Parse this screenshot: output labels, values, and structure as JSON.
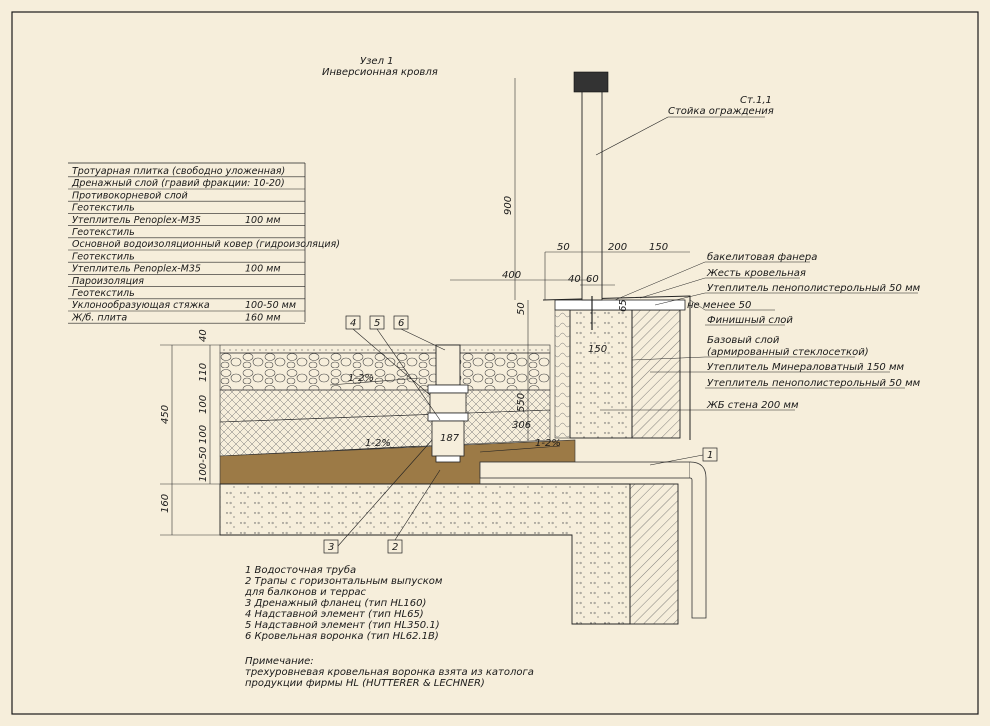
{
  "title": {
    "line1": "Узел 1",
    "line2": "Инверсионная кровля"
  },
  "layers": [
    {
      "name": "Тротуарная плитка (свободно уложенная)",
      "value": ""
    },
    {
      "name": "Дренажный слой (гравий фракции: 10-20)",
      "value": ""
    },
    {
      "name": "Противокорневой слой",
      "value": ""
    },
    {
      "name": "Геотекстиль",
      "value": ""
    },
    {
      "name": "Утеплитель Penoplex-M35",
      "value": "100 мм"
    },
    {
      "name": "Геотекстиль",
      "value": ""
    },
    {
      "name": "Основной водоизоляционный ковер (гидроизоляция)",
      "value": ""
    },
    {
      "name": "Геотекстиль",
      "value": ""
    },
    {
      "name": "Утеплитель Penoplex-M35",
      "value": "100 мм"
    },
    {
      "name": "Пароизоляция",
      "value": ""
    },
    {
      "name": "Геотекстиль",
      "value": ""
    },
    {
      "name": "Уклонообразующая стяжка",
      "value": "100-50 мм"
    },
    {
      "name": "Ж/б. плита",
      "value": "160 мм"
    }
  ],
  "callouts": {
    "post_code": "Ст.1,1",
    "post_name": "Стойка ограждения",
    "right": [
      "бакелитовая фанера",
      "Жесть кровельная",
      "Утеплитель пенополистерольный 50 мм",
      "не менее 50",
      "Финишный слой",
      "Базовый слой",
      "(армированный стеклосеткой)",
      "Утеплитель Минераловатный 150 мм",
      "Утеплитель пенополистерольный 50 мм",
      "ЖБ стена 200 мм"
    ]
  },
  "dimensions": {
    "d900": "900",
    "d400": "400",
    "d50a": "50",
    "d200": "200",
    "d150a": "150",
    "d40a": "40",
    "d60": "60",
    "d65": "65",
    "d50b": "50",
    "d150b": "150",
    "d550": "550",
    "d306": "306",
    "d187": "187",
    "d450": "450",
    "d160": "160",
    "d40b": "40",
    "d110": "110",
    "d100a": "100",
    "d100b": "100",
    "d100_50": "100-50"
  },
  "slopes": [
    "1-2%",
    "1-2%",
    "1-2%"
  ],
  "markers": [
    "1",
    "2",
    "3",
    "4",
    "5",
    "6"
  ],
  "legend": [
    "1 Водосточная труба",
    "2 Трапы с горизонтальным выпуском",
    "   для балконов и террас",
    "3 Дренажный фланец (тип HL160)",
    "4 Надставной элемент (тип HL65)",
    "5 Надставной элемент (тип HL350.1)",
    "6 Кровельная воронка (тип HL62.1B)"
  ],
  "note": {
    "title": "Примечание:",
    "line1": "трехуровневая кровельная воронка взята из католога",
    "line2": "продукции фирмы HL (HUTTERER & LECHNER)"
  },
  "colors": {
    "paper": "#f6eedb",
    "ink": "#1a1a1a",
    "screed": "#9c7a46",
    "hatch": "#555555"
  }
}
